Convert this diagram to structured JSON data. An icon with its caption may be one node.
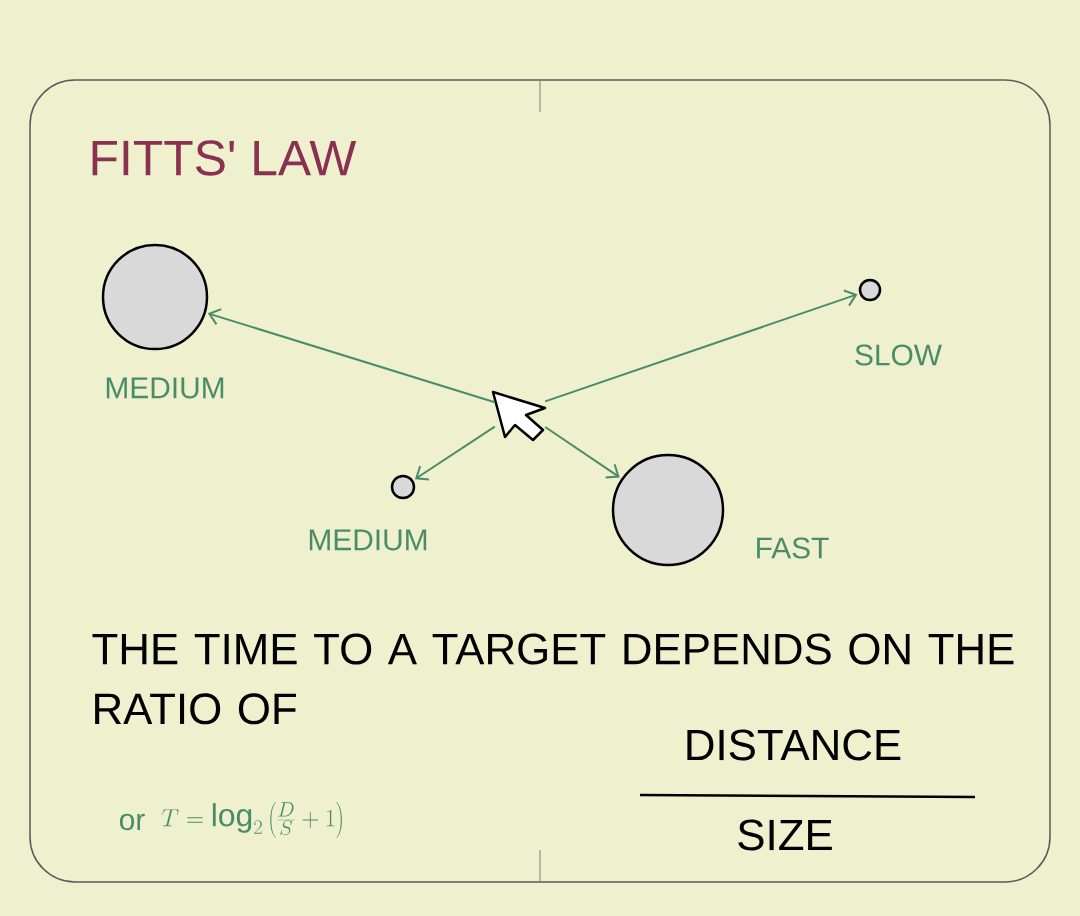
{
  "diagram": {
    "title": "FITTS' LAW",
    "nodes": [
      {
        "text": [],
        "shape": "picture"
      },
      {
        "text": [],
        "shape": "circle",
        "beside": [
          "MEDIUM"
        ]
      },
      {
        "text": [],
        "shape": "circle",
        "beside": [
          "SLOW"
        ]
      },
      {
        "text": [],
        "shape": "circle",
        "beside": [
          "MEDIUM"
        ]
      },
      {
        "text": [],
        "shape": "circle",
        "beside": [
          "FAST"
        ]
      }
    ],
    "edges": [
      {
        "from": 0,
        "to": 1,
        "arrow": "to"
      },
      {
        "from": 0,
        "to": 2,
        "arrow": "to"
      },
      {
        "from": 0,
        "to": 3,
        "arrow": "to"
      },
      {
        "from": 0,
        "to": 4,
        "arrow": "to"
      }
    ],
    "labels": [
      "THE TIME TO A TARGET DEPENDS ON THE RATIO OF",
      "DISTANCE",
      "SIZE",
      "or",
      "T=\\log_{2}\\left(\\frac{D}{S}+1\\right)"
    ]
  }
}
